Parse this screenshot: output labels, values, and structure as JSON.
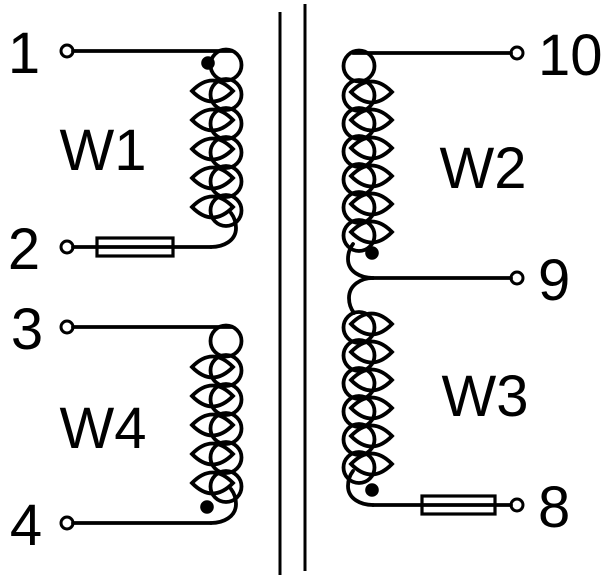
{
  "figure": {
    "description": "Transformer schematic with four windings around a two-line core",
    "background": "#ffffff",
    "line_color": "#000000"
  },
  "core": {
    "label": "core",
    "line_count": 2
  },
  "windings": [
    {
      "label": "W1",
      "turns": 5,
      "side": "left",
      "has_polarity_dot": true,
      "has_fuse": true
    },
    {
      "label": "W2",
      "turns": 6,
      "side": "right",
      "has_polarity_dot": true,
      "has_fuse": false
    },
    {
      "label": "W3",
      "turns": 6,
      "side": "right",
      "has_polarity_dot": true,
      "has_fuse": true
    },
    {
      "label": "W4",
      "turns": 5,
      "side": "left",
      "has_polarity_dot": true,
      "has_fuse": false
    }
  ],
  "terminals": [
    {
      "label": "1"
    },
    {
      "label": "2"
    },
    {
      "label": "3"
    },
    {
      "label": "4"
    },
    {
      "label": "8"
    },
    {
      "label": "9"
    },
    {
      "label": "10"
    }
  ]
}
